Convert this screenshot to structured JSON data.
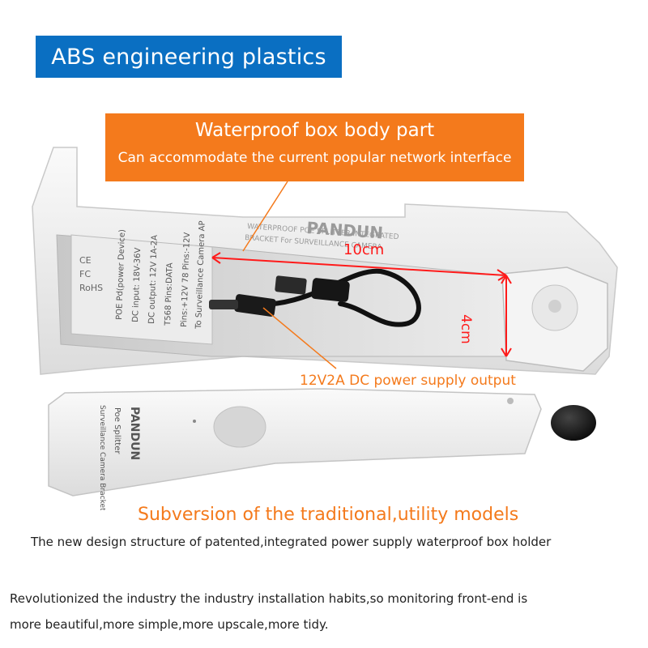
{
  "colors": {
    "banner": "#0a6fc2",
    "callout": "#f47a1c",
    "measure": "#ff1a1a",
    "headline": "#f47a1c",
    "plastic": "#f0f0f0",
    "text": "#222222"
  },
  "banner": {
    "text": "ABS engineering plastics"
  },
  "callout": {
    "title": "Waterproof box body part",
    "subtitle": "Can accommodate the current popular network interface"
  },
  "product": {
    "brand": "PANDUN",
    "lid_text_1": "Poe Splitter",
    "lid_text_2": "Surveillance Camera Bracket",
    "body_text_1": "WATERPROOF POE SPLITTER INTEGRATED",
    "body_text_2": "BRACKET For SURVEILLANCE CAMERA",
    "label_lines": [
      "POE Pd(power Device)",
      "DC input: 18V-36V",
      "DC output: 12V 1A-2A",
      "T568 Pins:DATA",
      "Pins:+12V  78 Pins:-12V",
      "To Surveillance Camera AP"
    ],
    "cert_marks": [
      "CE",
      "FC",
      "RoHS"
    ]
  },
  "measurements": {
    "length": "10cm",
    "height": "4cm"
  },
  "annotation": {
    "dc_output": "12V2A DC power supply output"
  },
  "headline": "Subversion of the traditional,utility models",
  "subline": "The new design structure of patented,integrated power supply waterproof box holder",
  "paragraph": {
    "line1": "Revolutionized the industry the industry installation habits,so monitoring front-end  is",
    "line2": "more beautiful,more simple,more upscale,more tidy."
  }
}
